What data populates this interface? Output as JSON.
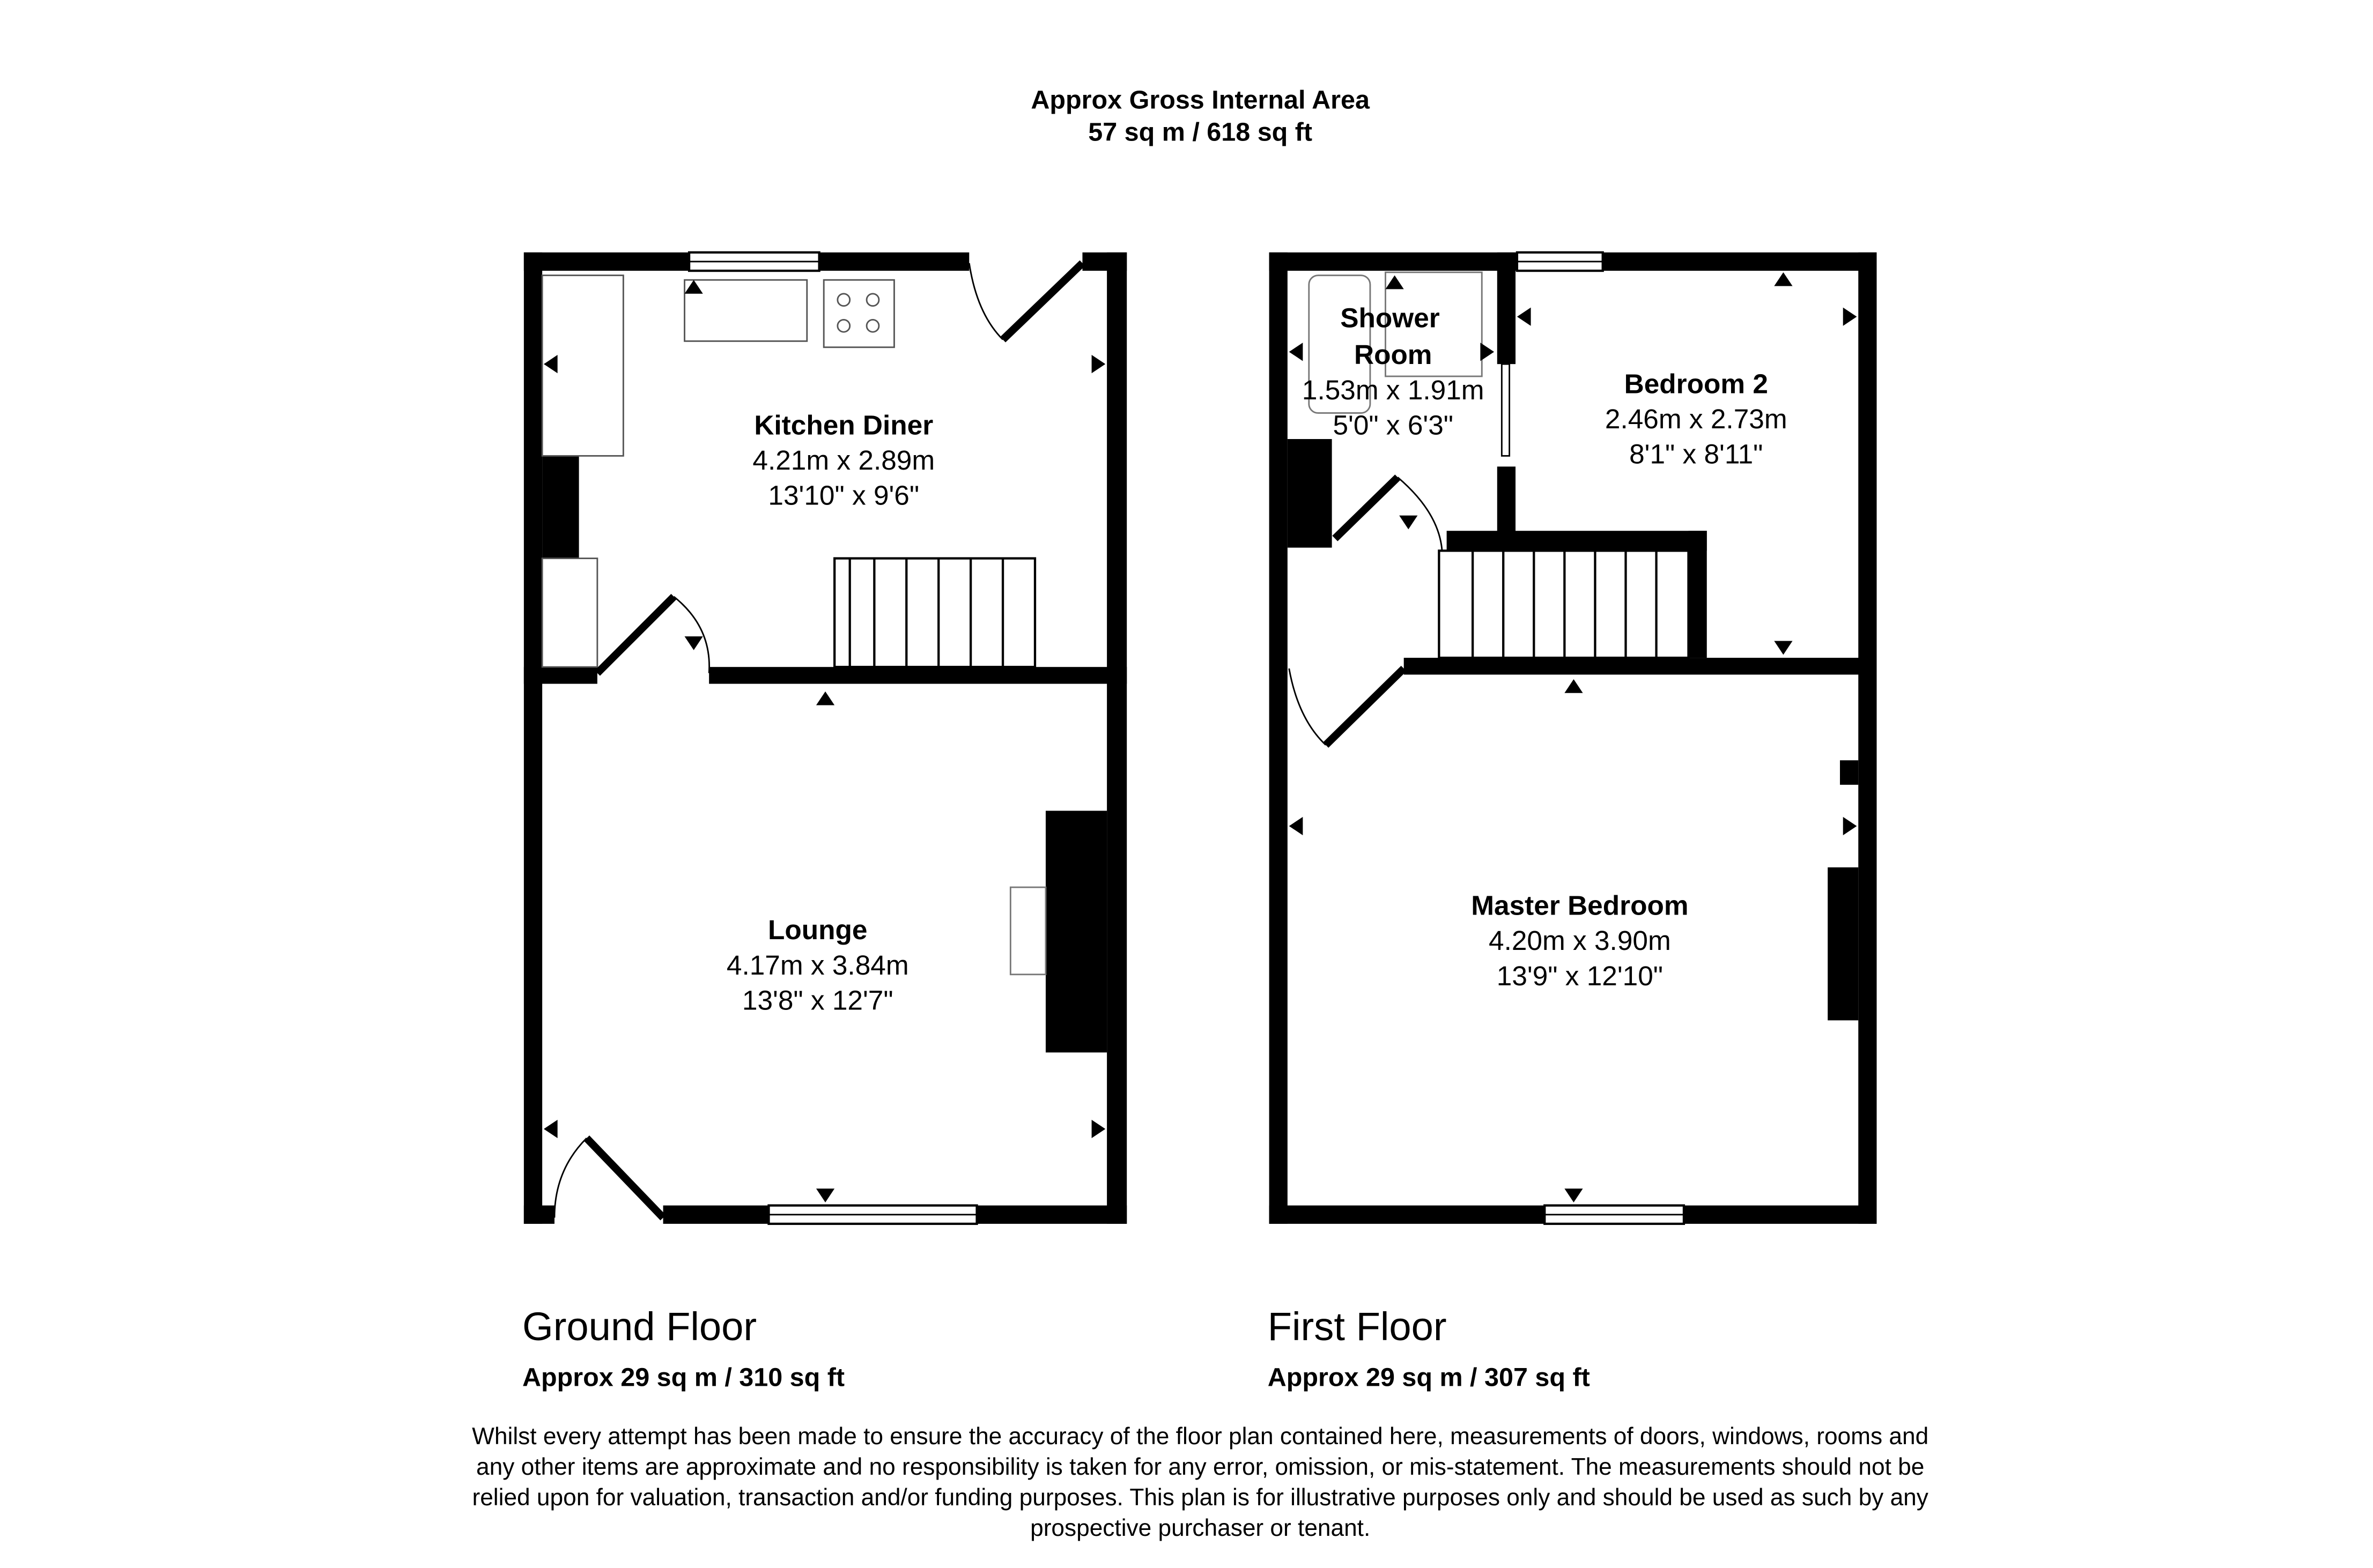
{
  "header": {
    "title": "Approx Gross Internal Area",
    "area": "57 sq m / 618 sq ft"
  },
  "floors": [
    {
      "name": "Ground Floor",
      "area": "Approx 29 sq m / 310 sq ft",
      "rooms": [
        {
          "name": "Kitchen Diner",
          "metric": "4.21m x 2.89m",
          "imperial": "13'10\" x 9'6\""
        },
        {
          "name": "Lounge",
          "metric": "4.17m x 3.84m",
          "imperial": "13'8\" x 12'7\""
        }
      ]
    },
    {
      "name": "First Floor",
      "area": "Approx 29 sq m / 307 sq ft",
      "rooms": [
        {
          "name": "Shower",
          "name2": "Room",
          "metric": "1.53m x 1.91m",
          "imperial": "5'0\" x 6'3\""
        },
        {
          "name": "Bedroom 2",
          "metric": "2.46m x 2.73m",
          "imperial": "8'1\" x 8'11\""
        },
        {
          "name": "Master Bedroom",
          "metric": "4.20m x 3.90m",
          "imperial": "13'9\" x 12'10\""
        }
      ]
    }
  ],
  "disclaimer": [
    "Whilst every attempt has been made to ensure the accuracy of the floor plan contained here, measurements of doors, windows, rooms and",
    "any other items are approximate and no responsibility is taken for any error, omission, or mis-statement. The measurements should not be",
    "relied upon for valuation, transaction and/or funding purposes. This plan is for illustrative purposes only and should be used as such by any",
    "prospective purchaser or tenant."
  ]
}
